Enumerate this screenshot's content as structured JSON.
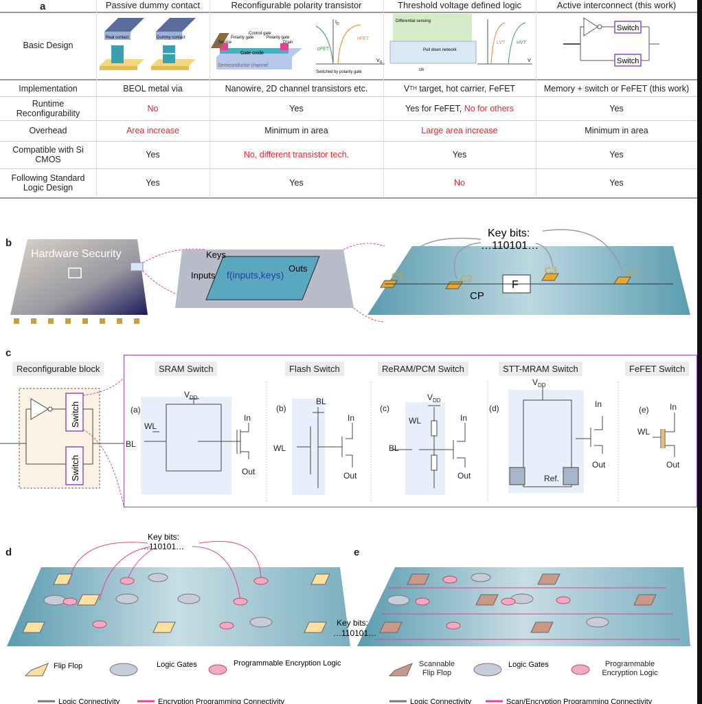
{
  "panel_labels": {
    "a": "a",
    "b": "b",
    "c": "c",
    "d": "d",
    "e": "e"
  },
  "table": {
    "columns": [
      "Passive dummy contact",
      "Reconfigurable polarity transistor",
      "Threshold voltage defined logic",
      "Active interconnect (this work)"
    ],
    "basic_design_label": "Basic Design",
    "rows": [
      {
        "label": "Implementation",
        "cells": [
          "BEOL metal via",
          "Nanowire, 2D channel transistors etc.",
          "target, hot carrier, FeFET",
          "Memory + switch or FeFET (this work)"
        ]
      },
      {
        "label": "Runtime Reconfigurability",
        "cells": [
          "No",
          "Yes",
          "Yes for FeFET,",
          "Yes"
        ],
        "extra": " No for others"
      },
      {
        "label": "Overhead",
        "cells": [
          "Area increase",
          "Minimum in area",
          "Large area increase",
          "Minimum in area"
        ]
      },
      {
        "label": "Compatible with Si CMOS",
        "cells": [
          "Yes",
          "No, different transistor tech.",
          "Yes",
          "Yes"
        ]
      },
      {
        "label": "Following Standard Logic Design",
        "cells": [
          "Yes",
          "Yes",
          "No",
          "Yes"
        ]
      }
    ],
    "vth": {
      "v": "V",
      "sub": "TH"
    },
    "illus": {
      "real_contact": "Real contact",
      "dummy_contact": "Dummy contact",
      "source": "Source",
      "polarity_gate": "Polarity gate",
      "control_gate": "Control gate",
      "drain": "Drain",
      "gate_oxide": "Gate oxide",
      "channel": "Semiconductor channel",
      "id": "I",
      "id_sub": "D",
      "vg": "V",
      "vg_sub": "G",
      "pfet": "pFET",
      "nfet": "nFET",
      "switched": "Switched by polarity gate",
      "diff": "Differential sensing",
      "pulldown": "Pull down network",
      "clk": "clk",
      "lvt": "LVT",
      "hvt": "HVT",
      "switch": "Switch"
    }
  },
  "b": {
    "hw": "Hardware Security",
    "keys": "Keys",
    "inputs": "Inputs",
    "func": "f(inputs,keys)",
    "outs": "Outs",
    "keybits": "Key bits:",
    "bits": "…110101…",
    "c1": "C1",
    "c2": "C2",
    "c3": "C3",
    "c4": "C4",
    "cp": "CP",
    "f": "F"
  },
  "c": {
    "reconf": "Reconfigurable block",
    "switch": "Switch",
    "titles": [
      "SRAM Switch",
      "Flash Switch",
      "ReRAM/PCM Switch",
      "STT-MRAM Switch",
      "FeFET Switch"
    ],
    "sub": [
      "(a)",
      "(b)",
      "(c)",
      "(d)",
      "(e)"
    ],
    "wl": "WL",
    "bl": "BL",
    "vdd": "V",
    "dd": "DD",
    "in": "In",
    "out": "Out",
    "ref": "Ref."
  },
  "d": {
    "keybits": "Key bits:",
    "bits": "…110101…",
    "ff": "Flip Flop",
    "lg": "Logic Gates",
    "pel": "Programmable Encryption Logic",
    "lc": "Logic Connectivity",
    "epc": "Encryption Programming Connectivity"
  },
  "e": {
    "keybits": "Key bits:",
    "bits": "…110101…",
    "sff": "Scannable Flip Flop",
    "lg": "Logic Gates",
    "pel": "Programmable Encryption Logic",
    "lc": "Logic Connectivity",
    "sepc": "Scan/Encryption Programming Connectivity"
  },
  "colors": {
    "red": "#e8262b",
    "purple": "#8a4fc0",
    "pink": "#e8408f",
    "key": "#d9a020"
  }
}
